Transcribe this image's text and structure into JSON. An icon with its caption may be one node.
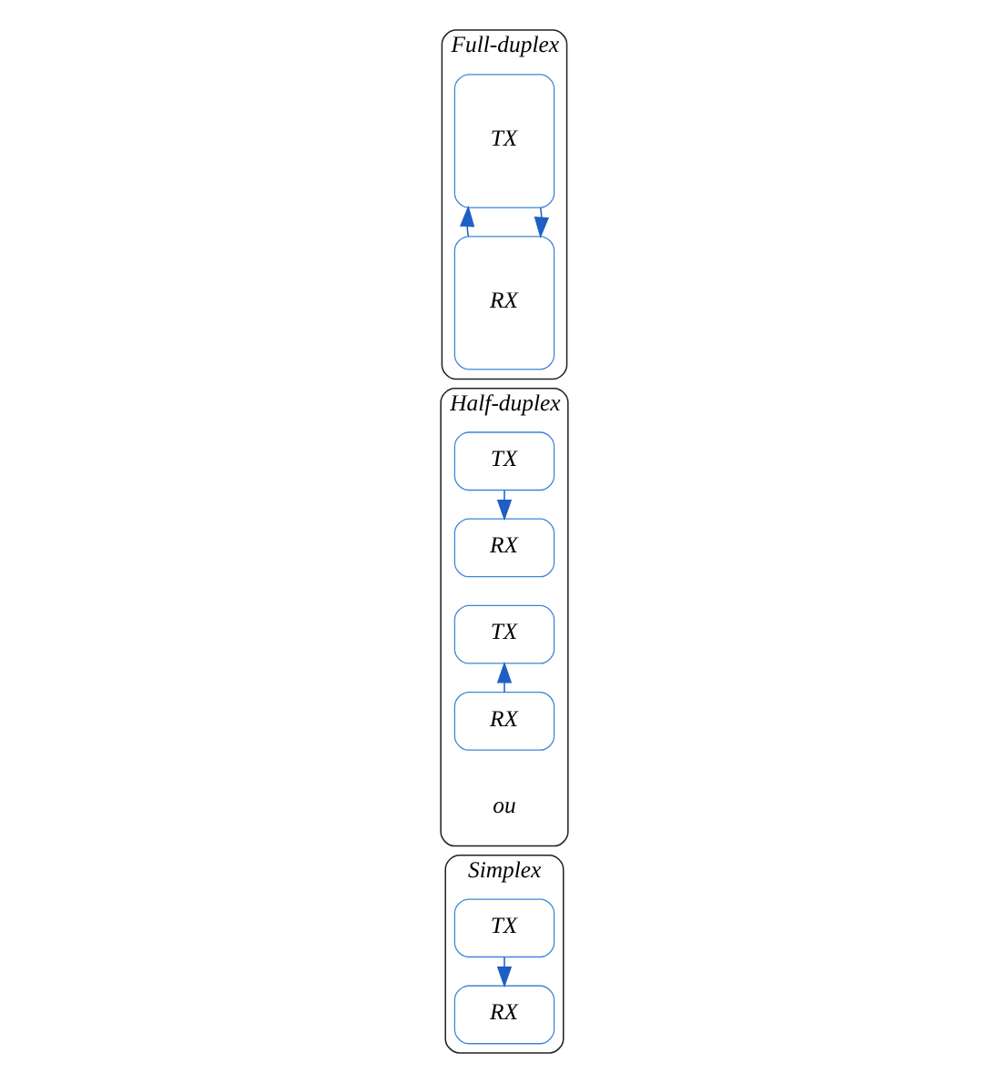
{
  "diagram": {
    "nodes": [
      {
        "text": [
          "Simplex"
        ]
      },
      {
        "text": [
          "TX"
        ],
        "in": 0
      },
      {
        "text": [
          "RX"
        ],
        "in": 0
      },
      {
        "text": [
          "Half-duplex"
        ]
      },
      {
        "text": [
          "TX"
        ],
        "in": 3
      },
      {
        "text": [
          "RX"
        ],
        "in": 3
      },
      {
        "text": [
          "TX"
        ],
        "in": 3
      },
      {
        "text": [
          "RX"
        ],
        "in": 3
      },
      {
        "text": [
          "Full-duplex"
        ]
      },
      {
        "text": [
          "TX"
        ],
        "in": 8
      },
      {
        "text": [
          "RX"
        ],
        "in": 8
      }
    ],
    "edges": [
      {
        "from": 1,
        "to": 2,
        "arrow": "to"
      },
      {
        "from": 4,
        "to": 5,
        "arrow": "to"
      },
      {
        "from": 7,
        "to": 6,
        "arrow": "to"
      },
      {
        "from": 9,
        "to": 10,
        "arrow": "to"
      },
      {
        "from": 10,
        "to": 9,
        "arrow": "to"
      }
    ],
    "labels": [
      "ou"
    ]
  }
}
